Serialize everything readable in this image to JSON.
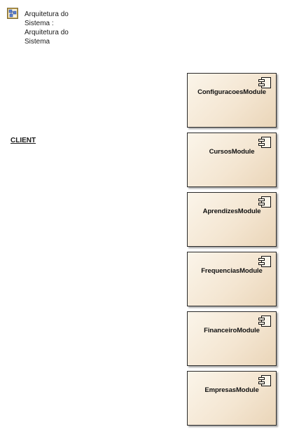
{
  "diagram": {
    "icon": "component-diagram-icon",
    "title_lines": [
      "Arquitetura do",
      "Sistema :",
      "Arquitetura do",
      "Sistema"
    ]
  },
  "client": {
    "label": "CLIENT"
  },
  "modules": [
    {
      "name": "ConfiguracoesModule",
      "icon": "component-icon"
    },
    {
      "name": "CursosModule",
      "icon": "component-icon"
    },
    {
      "name": "AprendizesModule",
      "icon": "component-icon"
    },
    {
      "name": "FrequenciasModule",
      "icon": "component-icon"
    },
    {
      "name": "FinanceiroModule",
      "icon": "component-icon"
    },
    {
      "name": "EmpresasModule",
      "icon": "component-icon"
    }
  ],
  "colors": {
    "module_fill_light": "#fbf5ea",
    "module_fill_dark": "#ead5b8",
    "module_border": "#2a2a2a"
  }
}
